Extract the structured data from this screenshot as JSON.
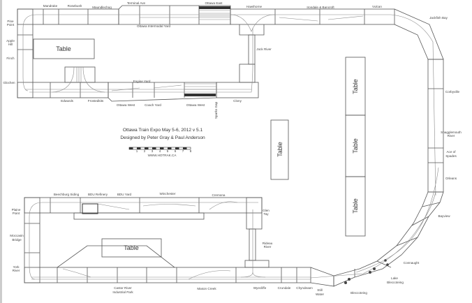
{
  "title": "Ottawa Train Expo May 5-6, 2012 v 5.1",
  "subtitle": "Designed by Peter Gray & Paul Anderson",
  "scale": {
    "ticks": [
      "1",
      "2",
      "3",
      "4",
      "5",
      "6",
      "7",
      "8"
    ],
    "url": "WWW.HOTRAK.CA"
  },
  "table_label": "Table",
  "upper_loop": {
    "Mandrake": "Mandrake",
    "Rosebush": "Rosebush",
    "Maundlechog": "Maundlechog",
    "TerminalAve": "Terminal Ave",
    "OttawaEast": "Ottawa East",
    "Hawthorne": "Hawthorne",
    "Irondale": "Irondale & Bancroft",
    "Vulcan": "Vulcan",
    "Jackfish": "Jackfish Bay",
    "Intermodal": "Ottawa Intermodal Yard",
    "PinePoint1": "Pine",
    "PinePoint2": "Point",
    "AppleHill1": "Apple",
    "AppleHill2": "Hill",
    "Finch": "Finch",
    "Glochen": "Glochen",
    "JockRiver": "Jock River",
    "Edwards": "Edwards",
    "Frostedkits": "Frostedkits",
    "EngineYard": "Engine Yard",
    "OttawaWest1": "Ottawa West",
    "CoachYard": "Coach Yard",
    "OttawaWest2": "Ottawa West",
    "SparksGap": "Sparks Gap",
    "Clony": "Clony"
  },
  "right_side": {
    "Corbyville": "Corbyville",
    "Snaggle1": "Snagglemouth",
    "Snaggle2": "River",
    "Ace1": "Ace of",
    "Ace2": "Spades",
    "Orleans": "Orleans",
    "Bayview": "Bayview",
    "Connaught": "Connaught",
    "Lake1": "Lake",
    "Lake2": "Bleccoteing",
    "Bleccoteing": "Bleccoteing",
    "Still1": "Still",
    "Still2": "Water",
    "Crundale": "Crundale",
    "Chyndeaen": "Chyndeaen"
  },
  "lower_loop": {
    "Beechburg": "Beechburg Siding",
    "BDURefinery": "BDU Refinery",
    "BDUYard": "BDU Yard",
    "Winchester": "Winchester",
    "Cremona": "Cremona",
    "Plaine1": "Plaine",
    "Plaine2": "Point",
    "Moccasin1": "Moccasin",
    "Moccasin2": "Bridge",
    "York1": "York",
    "York2": "River",
    "GlenTay1": "Glen",
    "GlenTay2": "Tay",
    "Rideau1": "Rideau",
    "Rideau2": "River",
    "Wyecliffe": "Wyecliffe",
    "MasonCreek": "Mason Creek",
    "Castor1": "Castor River",
    "Castor2": "Industrial Park"
  }
}
